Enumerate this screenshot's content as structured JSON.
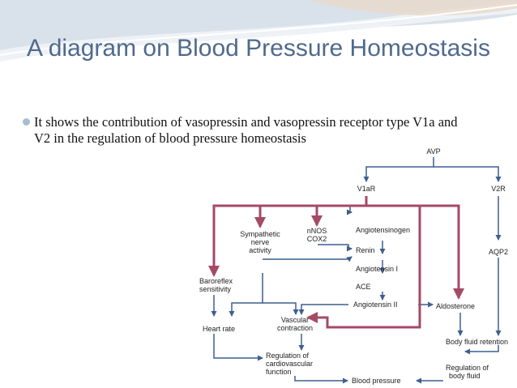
{
  "slide": {
    "title": "A diagram on Blood Pressure Homeostasis",
    "bullet": "It shows the contribution of vasopressin and vasopressin receptor type V1a and V2 in the regulation of blood pressure homeostasis",
    "colors": {
      "title": "#4f6a8c",
      "bullet": "#a7bdd1",
      "blue_arrows": "#3d5f8f",
      "red_arrows": "#a54a66"
    }
  },
  "diagram": {
    "nodes": {
      "avp": "AVP",
      "v1ar": "V1aR",
      "v2r": "V2R",
      "nnos_line1": "nNOS",
      "nnos_line2": "COX2",
      "sympathetic_line1": "Sympathetic",
      "sympathetic_line2": "nerve",
      "sympathetic_line3": "activity",
      "angiotensinogen": "Angiotensinogen",
      "renin": "Renin",
      "angiotensin1": "Angiotensin I",
      "ace": "ACE",
      "angiotensin2": "Angiotensin II",
      "aldosterone": "Aldosterone",
      "aqp2": "AQP2",
      "baroreflex_line1": "Baroreflex",
      "baroreflex_line2": "sensitivity",
      "heart_rate": "Heart rate",
      "vascular_line1": "Vascular",
      "vascular_line2": "contraction",
      "body_fluid_retention": "Body fluid retention",
      "regulation_cv_line1": "Regulation of",
      "regulation_cv_line2": "cardiovascular",
      "regulation_cv_line3": "function",
      "regulation_bf_line1": "Regulation of",
      "regulation_bf_line2": "body fluid",
      "blood_pressure": "Blood pressure"
    }
  }
}
